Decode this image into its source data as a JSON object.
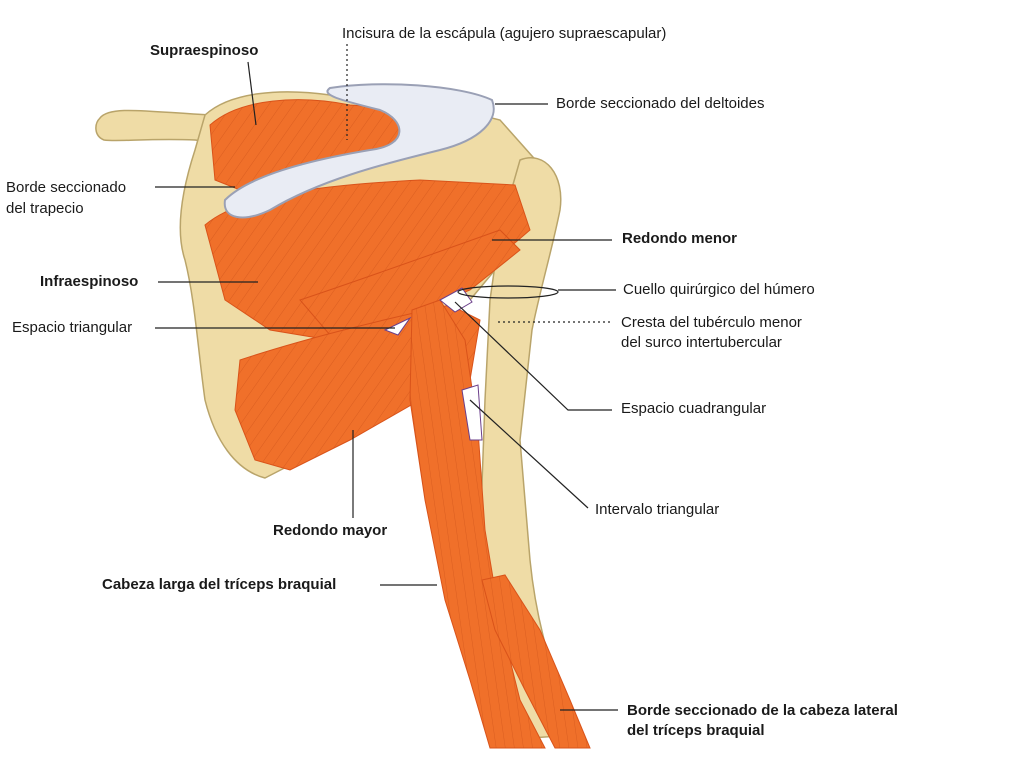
{
  "labels": {
    "supraespinoso": "Supraespinoso",
    "incisura": "Incisura de la escápula (agujero supraescapular)",
    "borde_deltoides": "Borde seccionado del deltoides",
    "borde_trapecio_1": "Borde seccionado",
    "borde_trapecio_2": "del trapecio",
    "redondo_menor": "Redondo menor",
    "infraespinoso": "Infraespinoso",
    "cuello_humero": "Cuello quirúrgico del húmero",
    "espacio_triangular": "Espacio triangular",
    "cresta_1": "Cresta del tubérculo menor",
    "cresta_2": "del surco intertubercular",
    "espacio_cuadrangular": "Espacio cuadrangular",
    "intervalo_triangular": "Intervalo triangular",
    "redondo_mayor": "Redondo mayor",
    "cabeza_larga": "Cabeza larga del tríceps braquial",
    "borde_cabeza_lateral_1": "Borde seccionado de la cabeza lateral",
    "borde_cabeza_lateral_2": "del tríceps braquial"
  },
  "colors": {
    "muscle": "#f0702a",
    "muscle_dark": "#d9531a",
    "bone": "#efdca6",
    "bone_edge": "#b9a46a",
    "tendon": "#e9ecf4"
  }
}
